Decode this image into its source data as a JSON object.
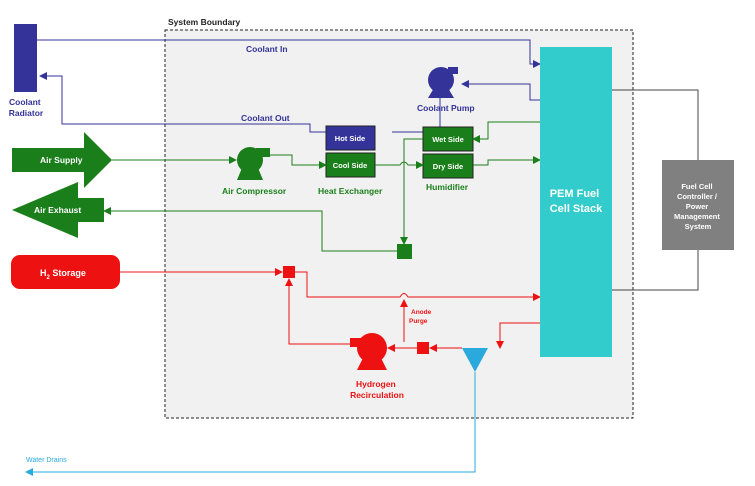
{
  "boundary_label": "System Boundary",
  "coolant_in": "Coolant In",
  "coolant_out": "Coolant Out",
  "coolant_radiator": [
    "Coolant",
    "Radiator"
  ],
  "coolant_pump": "Coolant Pump",
  "hot_side": "Hot Side",
  "cool_side": "Cool Side",
  "heat_exchanger": "Heat Exchanger",
  "wet_side": "Wet Side",
  "dry_side": "Dry Side",
  "humidifier": "Humidifier",
  "air_supply": "Air Supply",
  "air_compressor": "Air Compressor",
  "air_exhaust": "Air Exhaust",
  "h2_storage_main": "H",
  "h2_storage_sub": "2",
  "h2_storage_rest": " Storage",
  "anode_purge": [
    "Anode",
    "Purge"
  ],
  "hydrogen_recirculation": [
    "Hydrogen",
    "Recirculation"
  ],
  "stack": [
    "PEM Fuel",
    "Cell Stack"
  ],
  "controller": [
    "Fuel Cell",
    "Controller /",
    "Power",
    "Management",
    "System"
  ],
  "water_drains": "Water Drains",
  "colors": {
    "coolant": "#333399",
    "air": "#1a7f1a",
    "hydrogen": "#ee1111",
    "stack": "#33cccc",
    "controller": "#808080",
    "water": "#2aa9dd"
  }
}
